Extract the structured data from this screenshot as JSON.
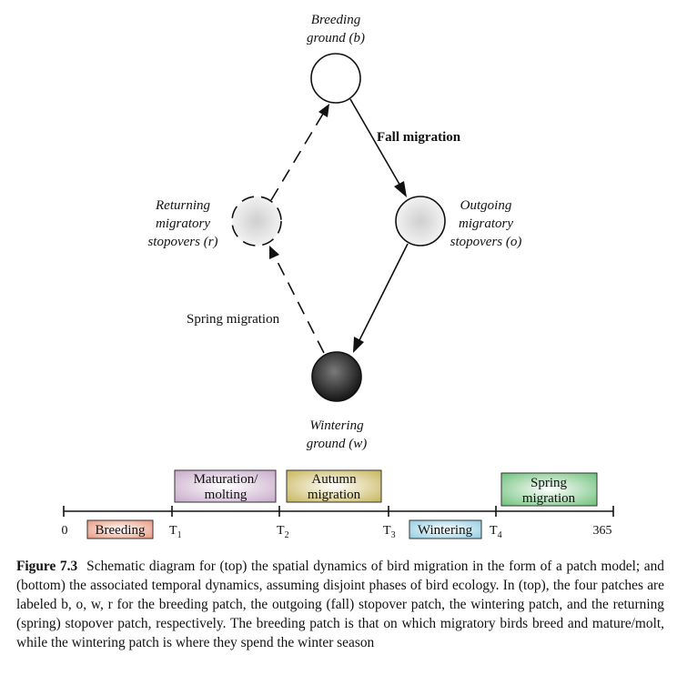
{
  "patches": {
    "breeding": {
      "line1": "Breeding",
      "line2": "ground (b)"
    },
    "outgoing": {
      "line1": "Outgoing",
      "line2": "migratory",
      "line3": "stopovers (o)"
    },
    "returning": {
      "line1": "Returning",
      "line2": "migratory",
      "line3": "stopovers (r)"
    },
    "wintering": {
      "line1": "Wintering",
      "line2": "ground (w)"
    }
  },
  "arrows": {
    "fall": "Fall migration",
    "spring": "Spring migration"
  },
  "timeline": {
    "start": "0",
    "end": "365",
    "ticks": [
      {
        "base": "T",
        "sub": "1"
      },
      {
        "base": "T",
        "sub": "2"
      },
      {
        "base": "T",
        "sub": "3"
      },
      {
        "base": "T",
        "sub": "4"
      }
    ],
    "phases": {
      "breeding": {
        "label": "Breeding",
        "color": "#e8957a"
      },
      "maturation": {
        "line1": "Maturation/",
        "line2": "molting",
        "color": "#c7a9c9"
      },
      "autumn": {
        "line1": "Autumn",
        "line2": "migration",
        "color": "#c7b55a"
      },
      "wintering": {
        "label": "Wintering",
        "color": "#8fcbe0"
      },
      "spring": {
        "line1": "Spring",
        "line2": "migration",
        "color": "#6ec07a"
      }
    }
  },
  "caption": {
    "label": "Figure 7.3",
    "text": "Schematic diagram for (top) the spatial dynamics of bird migration in the form of a patch model; and (bottom) the associated temporal dynamics, assuming disjoint phases of bird ecology. In (top), the four patches are labeled b, o, w, r for the breeding patch, the outgoing (fall) stopover patch, the wintering patch, and the returning (spring) stopover patch, respectively. The breeding patch is that on which migratory birds breed and mature/molt, while the wintering patch is where they spend the winter season"
  }
}
